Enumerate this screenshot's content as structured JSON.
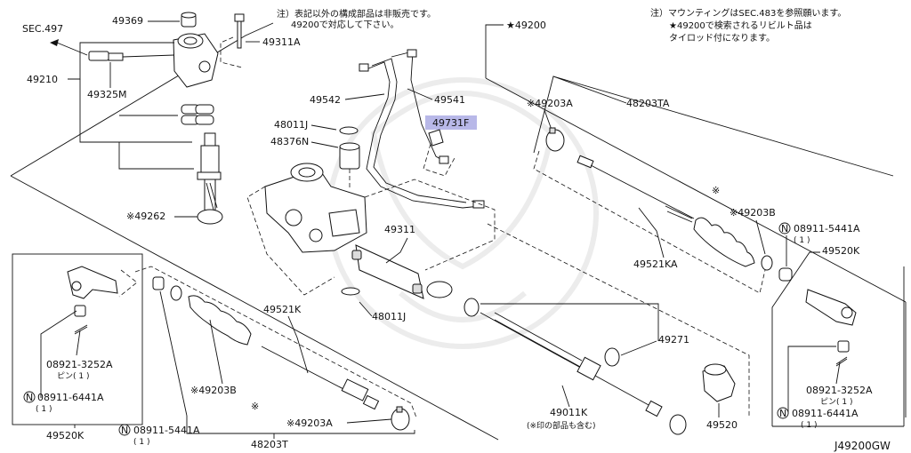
{
  "diagram": {
    "diagram_id": "J49200GW",
    "notes": {
      "center_line1": "注）表記以外の構成部品は非販売です。",
      "center_line2": "49200で対応して下さい。",
      "right_line1": "注）マウンティングはSEC.483を参照願います。",
      "right_line2": "★49200で検索されるリビルト品は",
      "right_line3": "タイロッド付になります。"
    },
    "labels": {
      "main_assy": "★49200",
      "sec497": "SEC.497",
      "p49369": "49369",
      "p49311A": "49311A",
      "p49210": "49210",
      "p49325M": "49325M",
      "p49542": "49542",
      "p49541": "49541",
      "p48011J_top": "48011J",
      "p48376N": "48376N",
      "p49731F": "49731F",
      "p49262": "※49262",
      "p49311": "49311",
      "p48011J_bottom": "48011J",
      "p49203A_top": "※49203A",
      "p48203TA": "48203TA",
      "asterisk_mark": "※",
      "p49203B_right": "※49203B",
      "p49521KA": "49521KA",
      "nut_right_code": "08911-5441A",
      "nut_right_qty": "( 1 )",
      "p49520K_right": "49520K",
      "p49271": "49271",
      "p49520": "49520",
      "p49011K": "49011K",
      "p49011K_note": "(※印の部品も含む)",
      "p49521K": "49521K",
      "p49203B_bottom": "※49203B",
      "p49203A_bottom": "※49203A",
      "p48203T": "48203T",
      "nut_left_code": "08911-5441A",
      "nut_left_qty": "( 1 )",
      "p49520K_left": "49520K",
      "pin_left_code": "08921-3252A",
      "pin_left_qty": "ピン( 1 )",
      "nut_tie_left_code": "08911-6441A",
      "nut_tie_left_qty": "( 1 )",
      "pin_right_code": "08921-3252A",
      "pin_right_qty": "ピン( 1 )",
      "nut_tie_right_code": "08911-6441A",
      "nut_tie_right_qty": "( 1 )",
      "n_symbol": "N"
    },
    "highlight_color": "#b8b8e8"
  }
}
